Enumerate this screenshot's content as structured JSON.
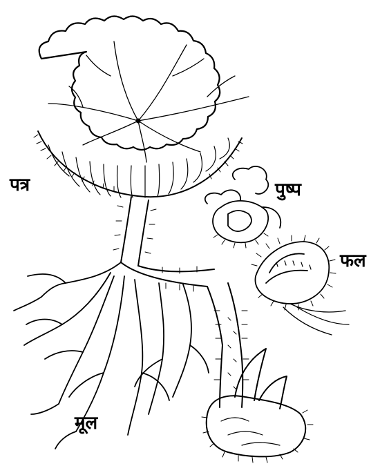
{
  "labels": {
    "leaf": "पत्र",
    "flower": "पुष्प",
    "fruit": "फल",
    "root": "मूल"
  },
  "ink_color": "#000000",
  "paper_color": "#ffffff"
}
